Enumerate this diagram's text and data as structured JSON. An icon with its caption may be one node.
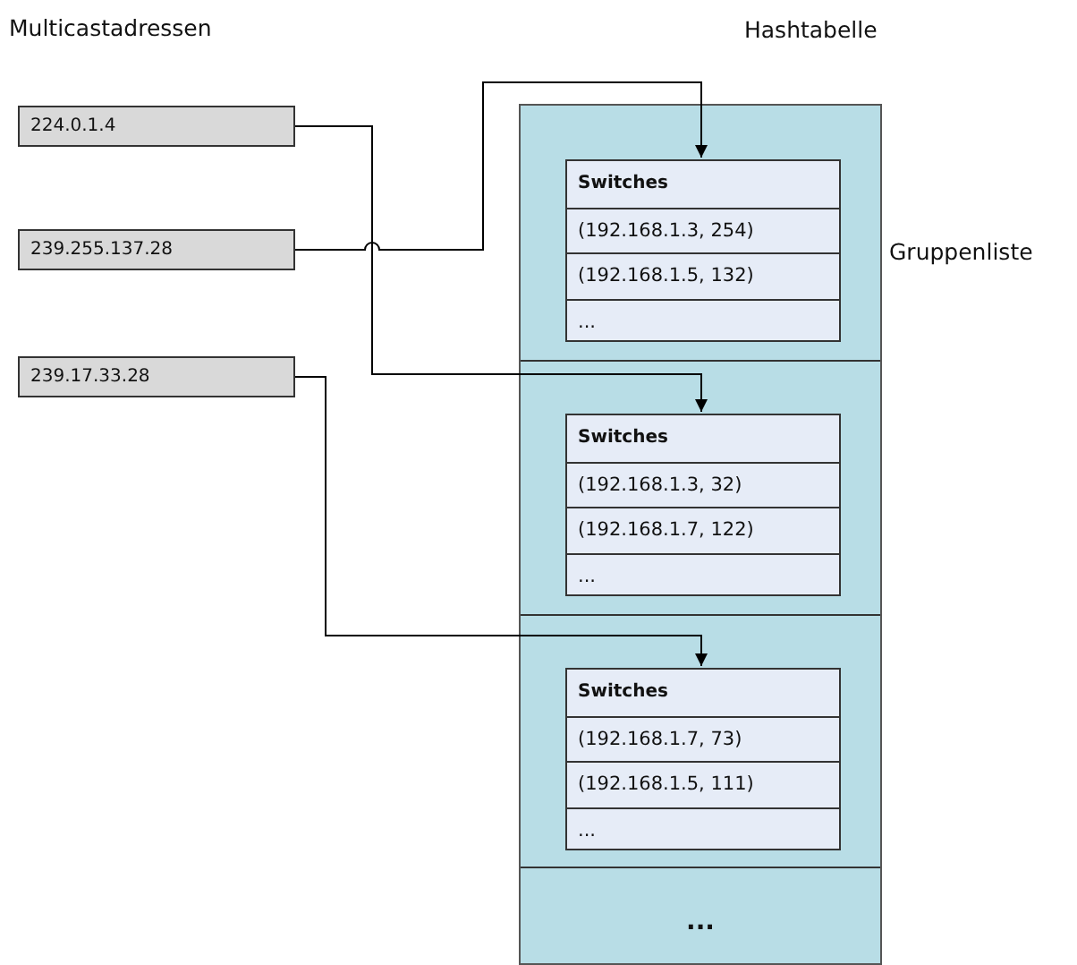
{
  "diagram": {
    "nodes": [
      {
        "text": [
          "224.0.1.4"
        ]
      },
      {
        "text": [
          "239.255.137.28"
        ]
      },
      {
        "text": [
          "239.17.33.28"
        ]
      },
      {
        "text": [
          "Hashtabelle",
          "..."
        ]
      },
      {
        "text": [
          "Switches",
          "(192.168.1.3, 254)",
          "(192.168.1.5, 132)",
          "..."
        ],
        "in": 3
      },
      {
        "text": [
          "Switches",
          "(192.168.1.3, 32)",
          "(192.168.1.7, 122)",
          "..."
        ],
        "in": 3
      },
      {
        "text": [
          "Switches",
          "(192.168.1.7, 73)",
          "(192.168.1.5, 111)",
          "..."
        ],
        "in": 3
      }
    ],
    "edges": [
      {
        "from": 0,
        "to": 5,
        "arrow": "to"
      },
      {
        "from": 1,
        "to": 4,
        "arrow": "to"
      },
      {
        "from": 2,
        "to": 6,
        "arrow": "to"
      }
    ],
    "labels": [
      "Multicastadressen",
      "Gruppenliste"
    ]
  }
}
